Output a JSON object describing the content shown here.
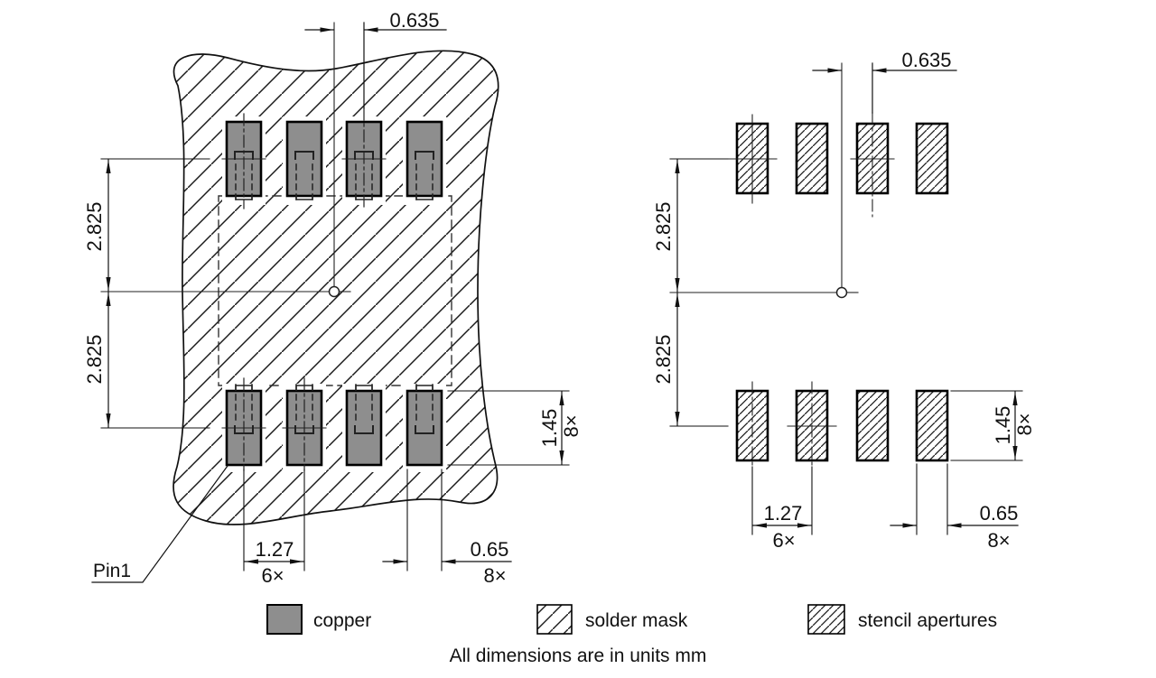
{
  "dimensions": {
    "center_offset": "0.635",
    "row_offset_top": "2.825",
    "row_offset_bottom": "2.825",
    "pad_pitch": "1.27",
    "pad_pitch_qty": "6×",
    "pad_width": "0.65",
    "pad_width_qty": "8×",
    "pad_height": "1.45",
    "pad_height_qty": "8×"
  },
  "labels": {
    "pin1": "Pin1",
    "note": "All dimensions are in units mm"
  },
  "legend": {
    "copper": "copper",
    "solder_mask": "solder mask",
    "stencil": "stencil apertures"
  },
  "colors": {
    "copper_fill": "#8e8e8e",
    "line": "#1a1a1a",
    "background": "#ffffff"
  }
}
